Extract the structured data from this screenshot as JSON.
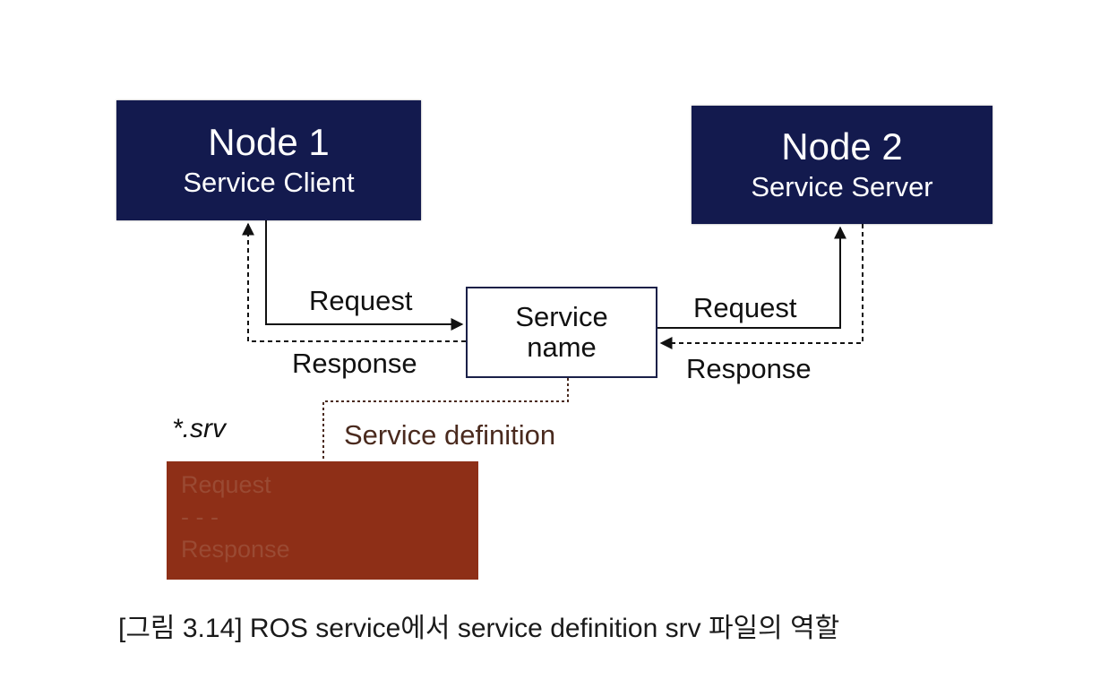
{
  "node1": {
    "title": "Node 1",
    "subtitle": "Service Client"
  },
  "node2": {
    "title": "Node 2",
    "subtitle": "Service Server"
  },
  "service": {
    "line1": "Service",
    "line2": "name"
  },
  "labels": {
    "request_left": "Request",
    "response_left": "Response",
    "request_right": "Request",
    "response_right": "Response",
    "service_definition": "Service definition",
    "srv_file": "*.srv"
  },
  "srv_box": {
    "line1": "Request",
    "separator": "- - -",
    "line2": "Response"
  },
  "caption": "[그림 3.14]  ROS service에서 service definition srv 파일의 역할",
  "colors": {
    "node_bg": "#131a4e",
    "srv_box_bg": "#8e2f17",
    "definition_text": "#4a2a1e"
  }
}
